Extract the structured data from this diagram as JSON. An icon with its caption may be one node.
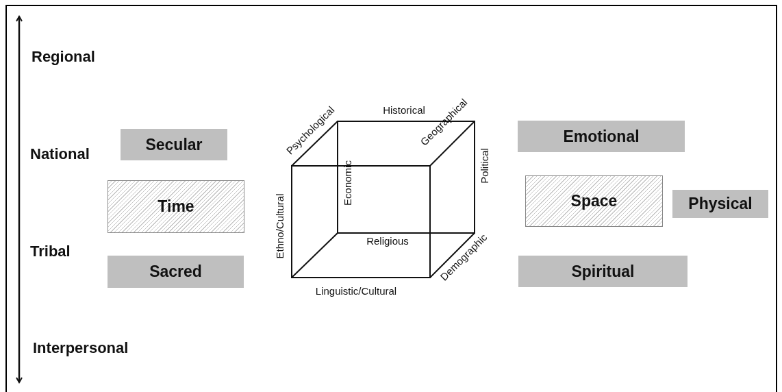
{
  "diagram": {
    "nodes": [
      {
        "text": [
          "Secular"
        ]
      },
      {
        "text": [
          "Time"
        ]
      },
      {
        "text": [
          "Sacred"
        ]
      },
      {
        "text": [
          "Emotional"
        ]
      },
      {
        "text": [
          "Space"
        ]
      },
      {
        "text": [
          "Physical"
        ]
      },
      {
        "text": [
          "Spiritual"
        ]
      }
    ],
    "labels": [
      "Regional",
      "National",
      "Tribal",
      "Interpersonal",
      "Psychological",
      "Historical",
      "Geographical",
      "Political",
      "Economic",
      "Ethno/Cultural",
      "Religious",
      "Demographic",
      "Linguistic/Cultural"
    ]
  }
}
